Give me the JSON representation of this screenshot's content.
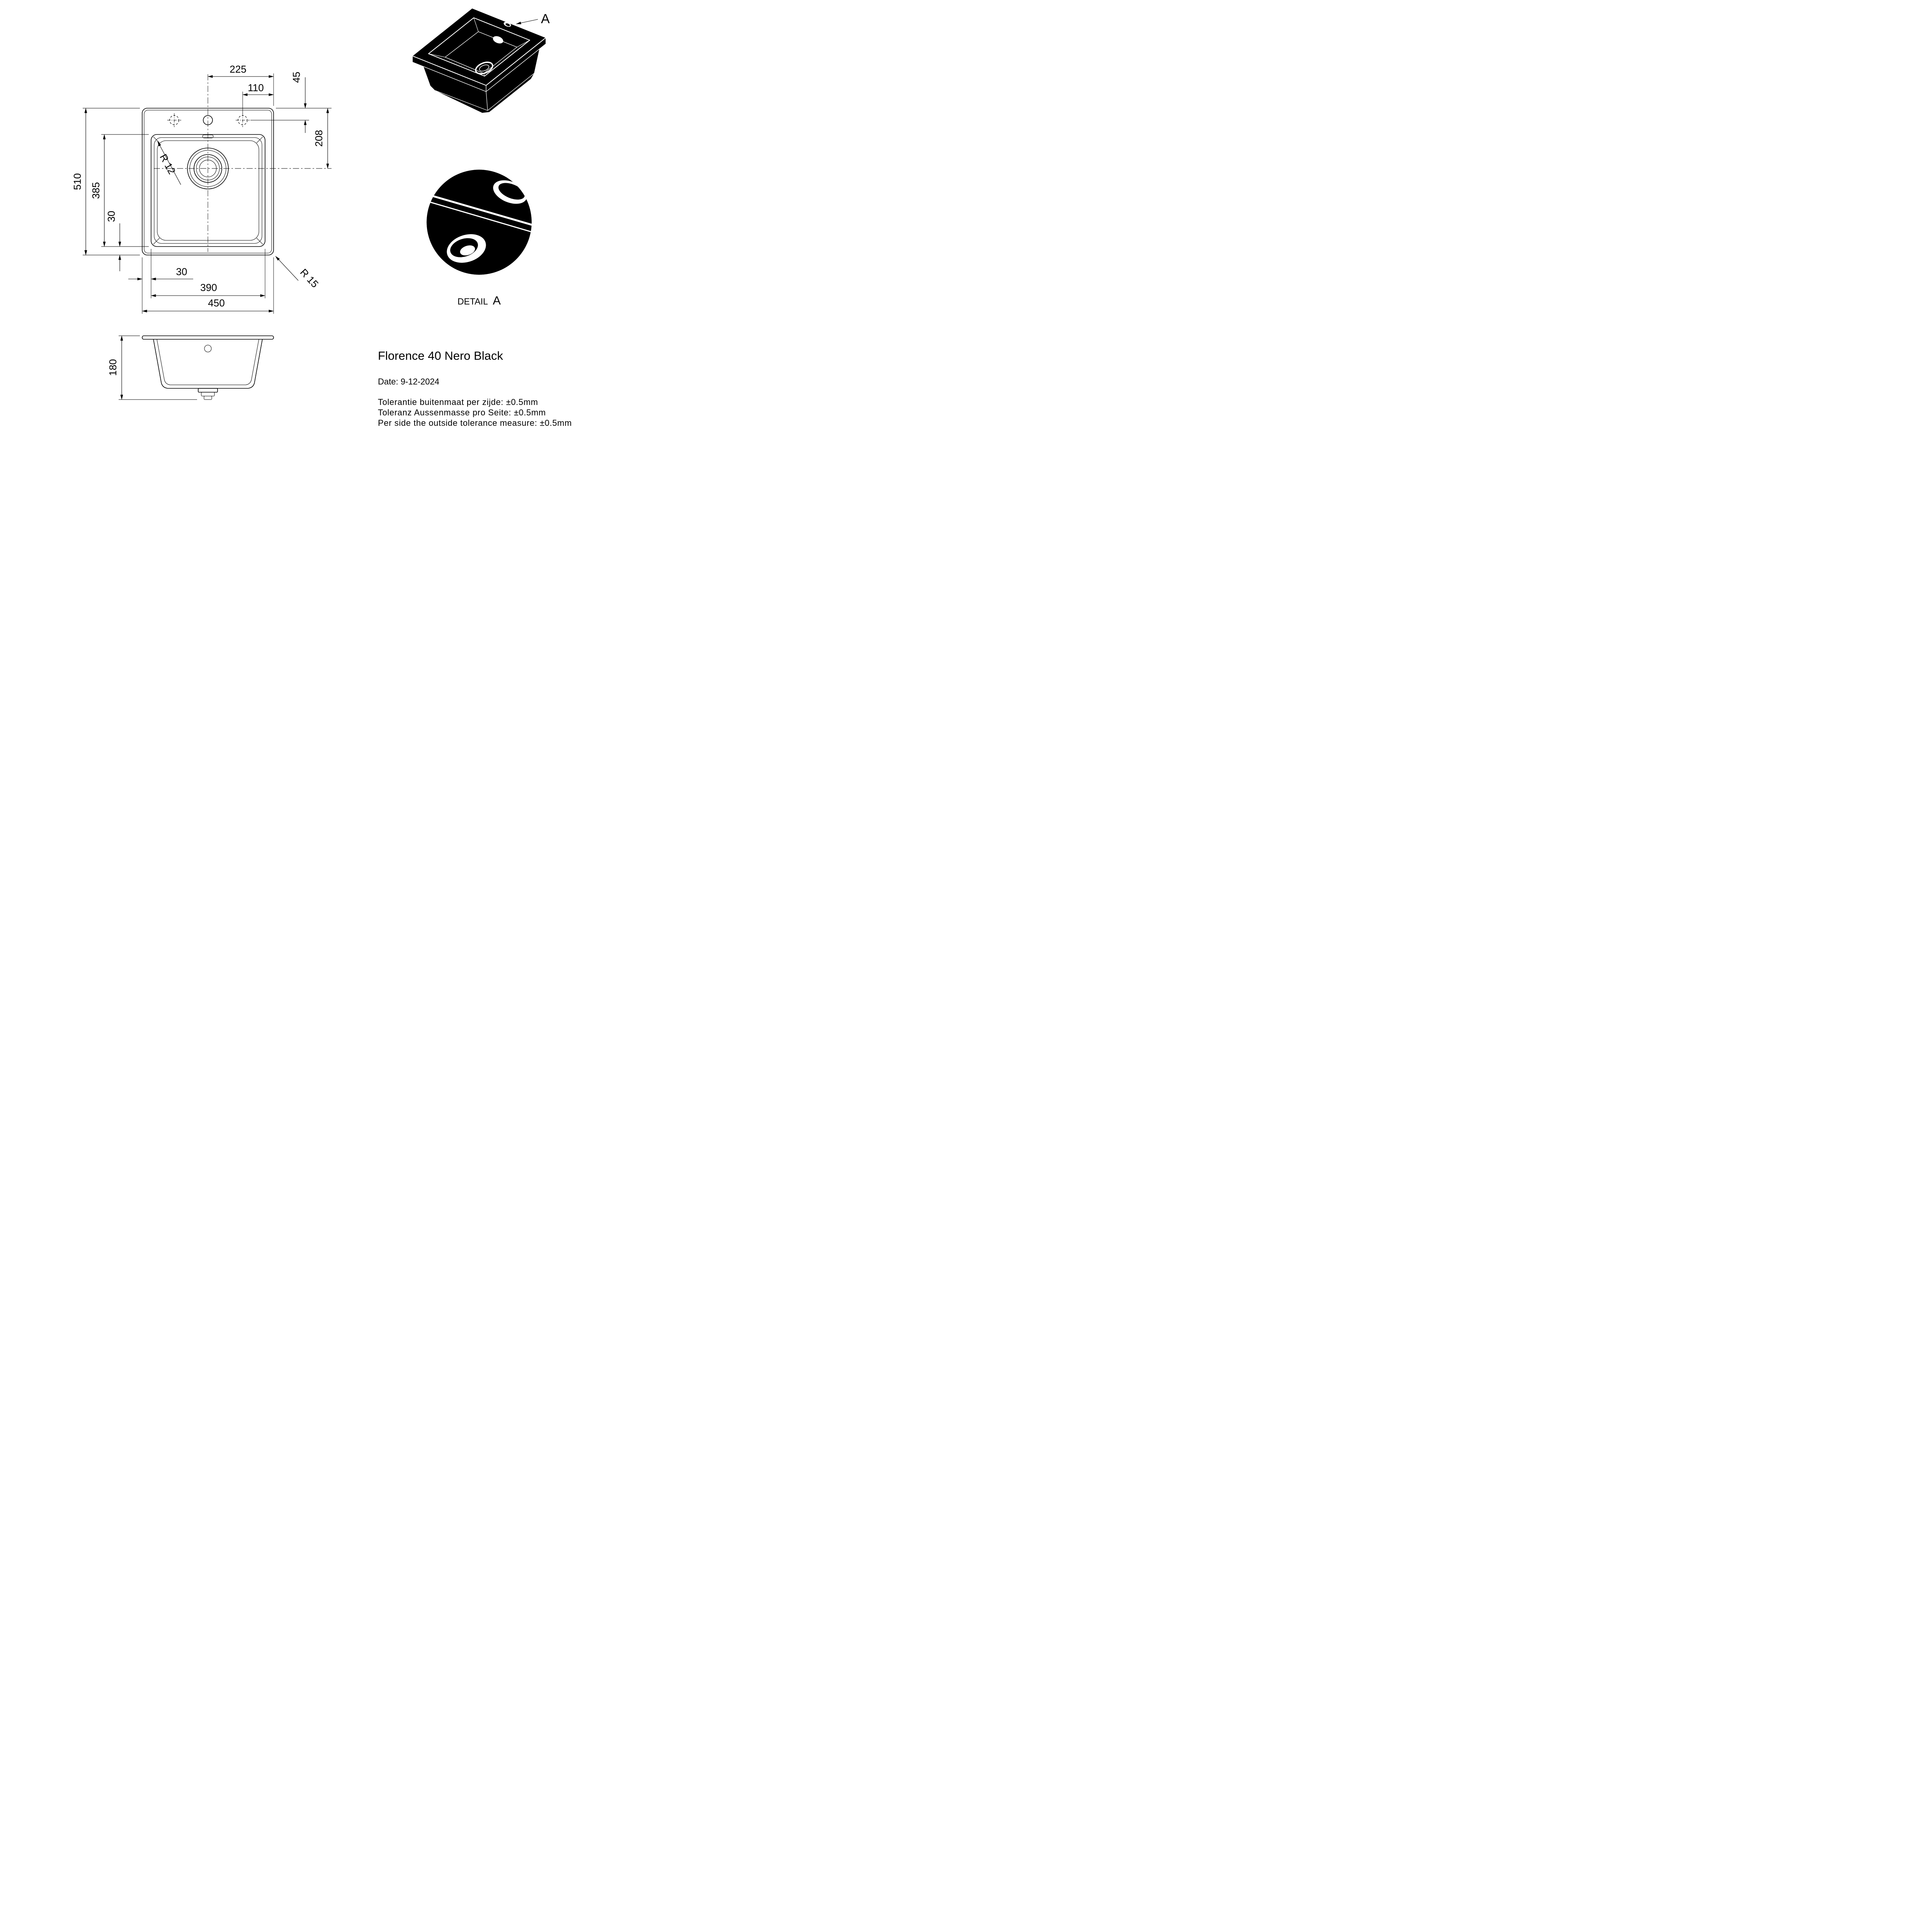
{
  "info_block": {
    "title": "Florence 40 Nero Black",
    "date": "Date: 9-12-2024",
    "tolerances": [
      "Tolerantie buitenmaat per zijde: ±0.5mm",
      "Toleranz Aussenmasse pro Seite: ±0.5mm",
      "Per side the outside tolerance measure: ±0.5mm"
    ]
  },
  "detail": {
    "label": "DETAIL",
    "ref": "A"
  },
  "iso_view": {
    "callout": "A"
  },
  "dims": {
    "d225": "225",
    "d110": "110",
    "d45": "45",
    "d208": "208",
    "d510": "510",
    "d385": "385",
    "d30_left": "30",
    "d30_bottom": "30",
    "d390": "390",
    "d450": "450",
    "d180": "180",
    "r12": "R 12",
    "r15": "R 15"
  }
}
